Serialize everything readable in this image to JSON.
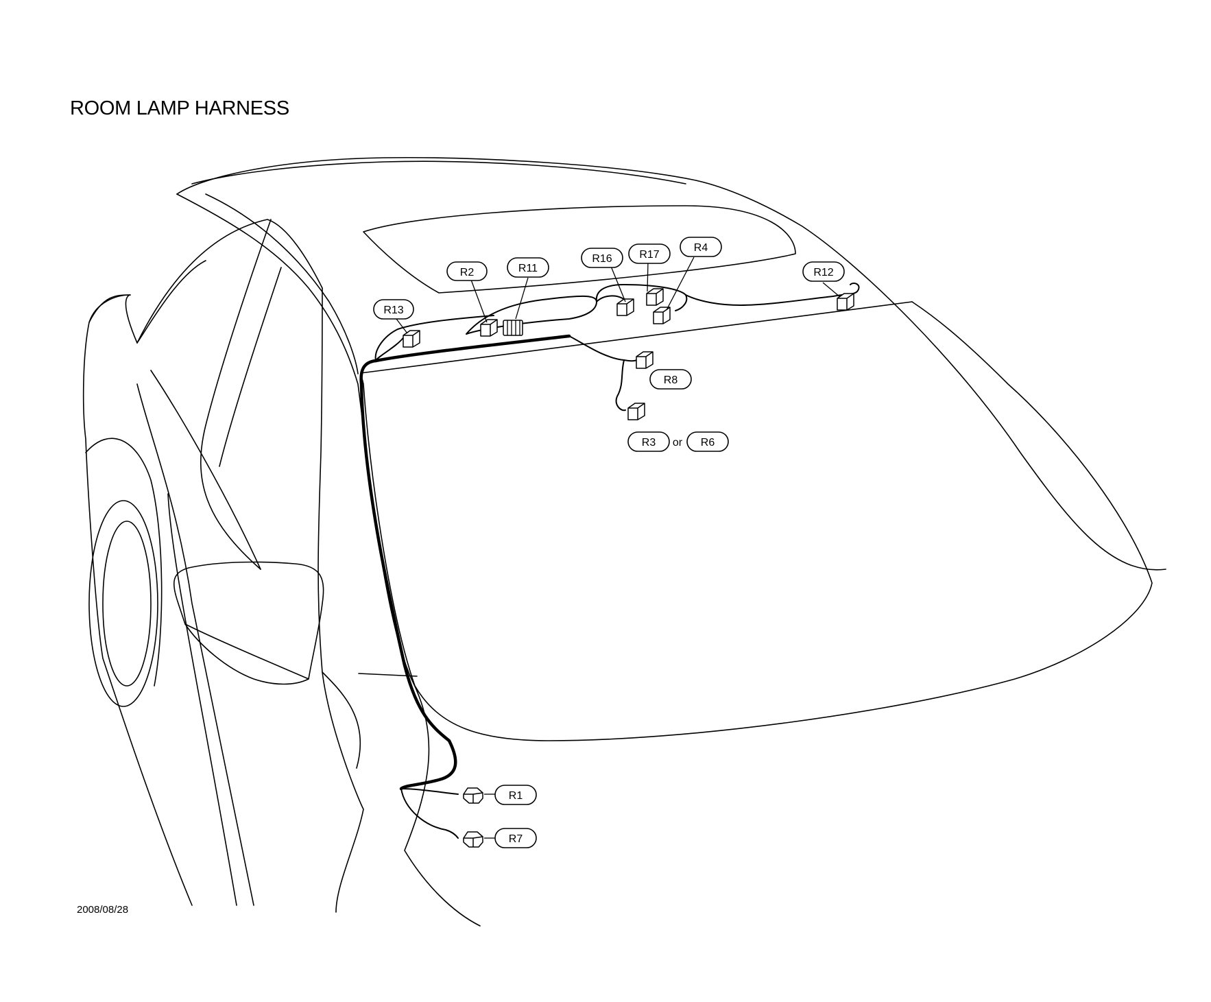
{
  "title": "ROOM LAMP HARNESS",
  "date": "2008/08/28",
  "connectors": [
    "R1",
    "R2",
    "R3",
    "R4",
    "R6",
    "R7",
    "R8",
    "R11",
    "R12",
    "R13",
    "R16",
    "R17"
  ],
  "or_text": "or"
}
